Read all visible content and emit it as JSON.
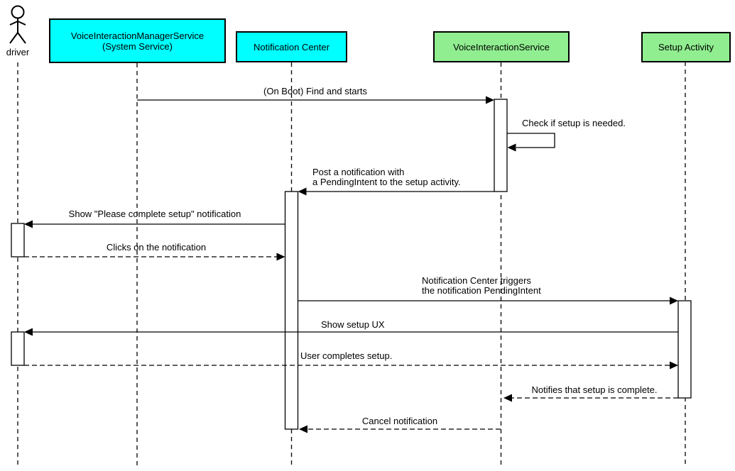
{
  "diagram": {
    "type": "uml-sequence",
    "background": "#ffffff",
    "colors": {
      "participant_cyan": "#00ffff",
      "participant_green": "#90ee90",
      "line": "#000000",
      "text": "#000000"
    },
    "actors": [
      {
        "id": "driver",
        "kind": "actor",
        "label": "driver"
      },
      {
        "id": "vims",
        "kind": "participant",
        "fill": "#00ffff",
        "label": "VoiceInteractionManagerService\n(System Service)"
      },
      {
        "id": "notification-center",
        "kind": "participant",
        "fill": "#00ffff",
        "label": "Notification Center"
      },
      {
        "id": "voice-interaction-service",
        "kind": "participant",
        "fill": "#90ee90",
        "label": "VoiceInteractionService"
      },
      {
        "id": "setup-activity",
        "kind": "participant",
        "fill": "#90ee90",
        "label": "Setup Activity"
      }
    ],
    "messages": [
      {
        "from": "vims",
        "to": "voice-interaction-service",
        "style": "solid",
        "text": "(On Boot) Find and starts"
      },
      {
        "from": "voice-interaction-service",
        "to": "voice-interaction-service",
        "style": "solid",
        "self": true,
        "text": "Check if setup is needed."
      },
      {
        "from": "voice-interaction-service",
        "to": "notification-center",
        "style": "solid",
        "text": "Post a notification with\na PendingIntent to the setup activity."
      },
      {
        "from": "notification-center",
        "to": "driver",
        "style": "solid",
        "text": "Show \"Please complete setup\" notification"
      },
      {
        "from": "driver",
        "to": "notification-center",
        "style": "dashed",
        "text": "Clicks on the notification"
      },
      {
        "from": "notification-center",
        "to": "setup-activity",
        "style": "solid",
        "text": "Notification Center triggers\nthe notification PendingIntent"
      },
      {
        "from": "setup-activity",
        "to": "driver",
        "style": "solid",
        "text": "Show setup UX"
      },
      {
        "from": "driver",
        "to": "setup-activity",
        "style": "dashed",
        "text": "User completes setup."
      },
      {
        "from": "setup-activity",
        "to": "voice-interaction-service",
        "style": "dashed",
        "text": "Notifies that setup is complete."
      },
      {
        "from": "voice-interaction-service",
        "to": "notification-center",
        "style": "dashed",
        "text": "Cancel notification"
      }
    ]
  }
}
